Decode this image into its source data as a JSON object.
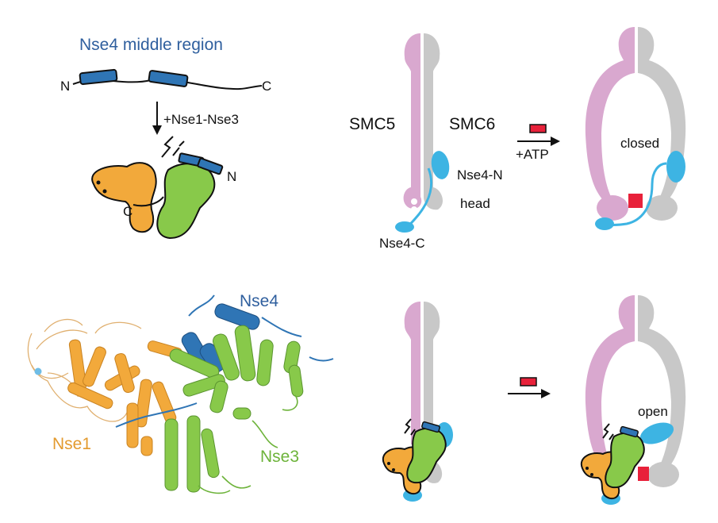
{
  "colors": {
    "smc5": "#d9a8cf",
    "smc6": "#c8c8c8",
    "nse4": "#2f75b5",
    "nse4_light": "#3db4e3",
    "nse1": "#f2a93b",
    "nse3": "#88c94a",
    "atp": "#e8213a",
    "line": "#111111"
  },
  "labels": {
    "nse4_middle_region": "Nse4 middle region",
    "n_terminus": "N",
    "c_terminus": "C",
    "plus_nse1_nse3": "+Nse1-Nse3",
    "complex_c": "C",
    "complex_n": "N",
    "smc5": "SMC5",
    "smc6": "SMC6",
    "nse4_n": "Nse4-N",
    "head": "head",
    "nse4_c": "Nse4-C",
    "plus_atp": "+ATP",
    "closed": "closed",
    "open": "open",
    "nse4_struct": "Nse4",
    "nse1_struct": "Nse1",
    "nse3_struct": "Nse3"
  }
}
